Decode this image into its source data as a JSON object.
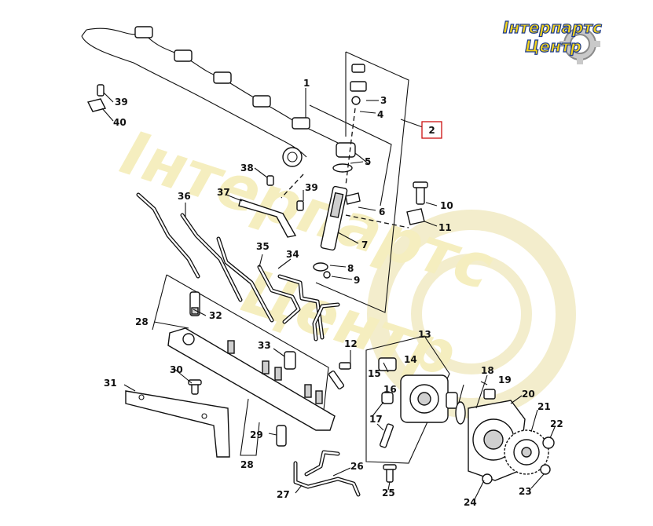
{
  "logo": {
    "line1": "Інтерпартс",
    "line2": "Центр",
    "colors": {
      "text": "#f2d21b",
      "outline": "#1c3a8c",
      "gear": "#bdbdbd"
    }
  },
  "watermark": {
    "line1": "Інтерпартс",
    "line2": "Центр",
    "color": "#f4ecb4"
  },
  "callout_box": {
    "label": "2",
    "border_color": "#cc1111"
  },
  "part_labels": [
    {
      "id": "1",
      "text": "1"
    },
    {
      "id": "3",
      "text": "3"
    },
    {
      "id": "4",
      "text": "4"
    },
    {
      "id": "5",
      "text": "5"
    },
    {
      "id": "6",
      "text": "6"
    },
    {
      "id": "7",
      "text": "7"
    },
    {
      "id": "8",
      "text": "8"
    },
    {
      "id": "9",
      "text": "9"
    },
    {
      "id": "10",
      "text": "10"
    },
    {
      "id": "11",
      "text": "11"
    },
    {
      "id": "12",
      "text": "12"
    },
    {
      "id": "13",
      "text": "13"
    },
    {
      "id": "14",
      "text": "14"
    },
    {
      "id": "15",
      "text": "15"
    },
    {
      "id": "16",
      "text": "16"
    },
    {
      "id": "17",
      "text": "17"
    },
    {
      "id": "18",
      "text": "18"
    },
    {
      "id": "19",
      "text": "19"
    },
    {
      "id": "20",
      "text": "20"
    },
    {
      "id": "21",
      "text": "21"
    },
    {
      "id": "22",
      "text": "22"
    },
    {
      "id": "23",
      "text": "23"
    },
    {
      "id": "24",
      "text": "24"
    },
    {
      "id": "25",
      "text": "25"
    },
    {
      "id": "26",
      "text": "26"
    },
    {
      "id": "27",
      "text": "27"
    },
    {
      "id": "28a",
      "text": "28"
    },
    {
      "id": "28b",
      "text": "28"
    },
    {
      "id": "29",
      "text": "29"
    },
    {
      "id": "30",
      "text": "30"
    },
    {
      "id": "31",
      "text": "31"
    },
    {
      "id": "32",
      "text": "32"
    },
    {
      "id": "33",
      "text": "33"
    },
    {
      "id": "34",
      "text": "34"
    },
    {
      "id": "35",
      "text": "35"
    },
    {
      "id": "36",
      "text": "36"
    },
    {
      "id": "37",
      "text": "37"
    },
    {
      "id": "38",
      "text": "38"
    },
    {
      "id": "39a",
      "text": "39"
    },
    {
      "id": "39b",
      "text": "39"
    },
    {
      "id": "40",
      "text": "40"
    }
  ]
}
